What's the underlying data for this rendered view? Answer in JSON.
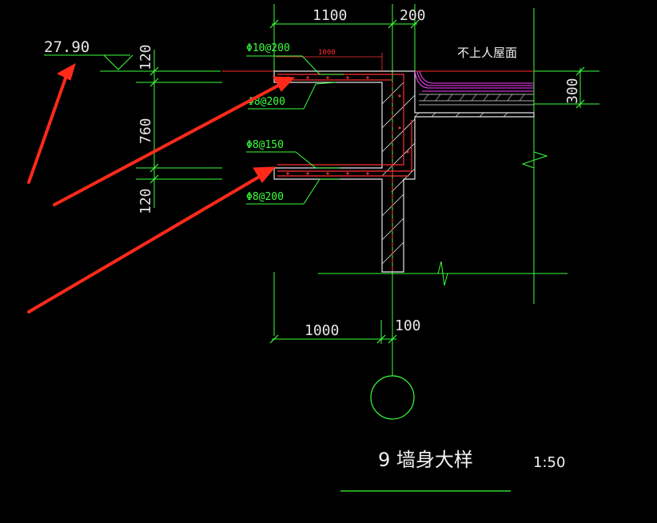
{
  "drawing": {
    "elevation": "27.90",
    "dims_top": {
      "left": "1100",
      "right": "200"
    },
    "dims_bottom": {
      "left": "1000",
      "right": "100"
    },
    "dims_vertical": {
      "top": "120",
      "middle": "760",
      "bottom": "120",
      "right": "300"
    },
    "rebar": {
      "top_upper": "Φ10@200",
      "top_lower": "Φ8@200",
      "bottom_upper": "Φ8@150",
      "bottom_lower": "Φ8@200"
    },
    "red_small_dim": "1000",
    "roof_note": "不上人屋面",
    "title": "9 墙身大样",
    "scale": "1:50"
  },
  "colors": {
    "background": "#000000",
    "green": "#3cff3c",
    "white": "#e6e6e6",
    "red": "#ff2a1a",
    "magenta": "#ff40ff"
  }
}
